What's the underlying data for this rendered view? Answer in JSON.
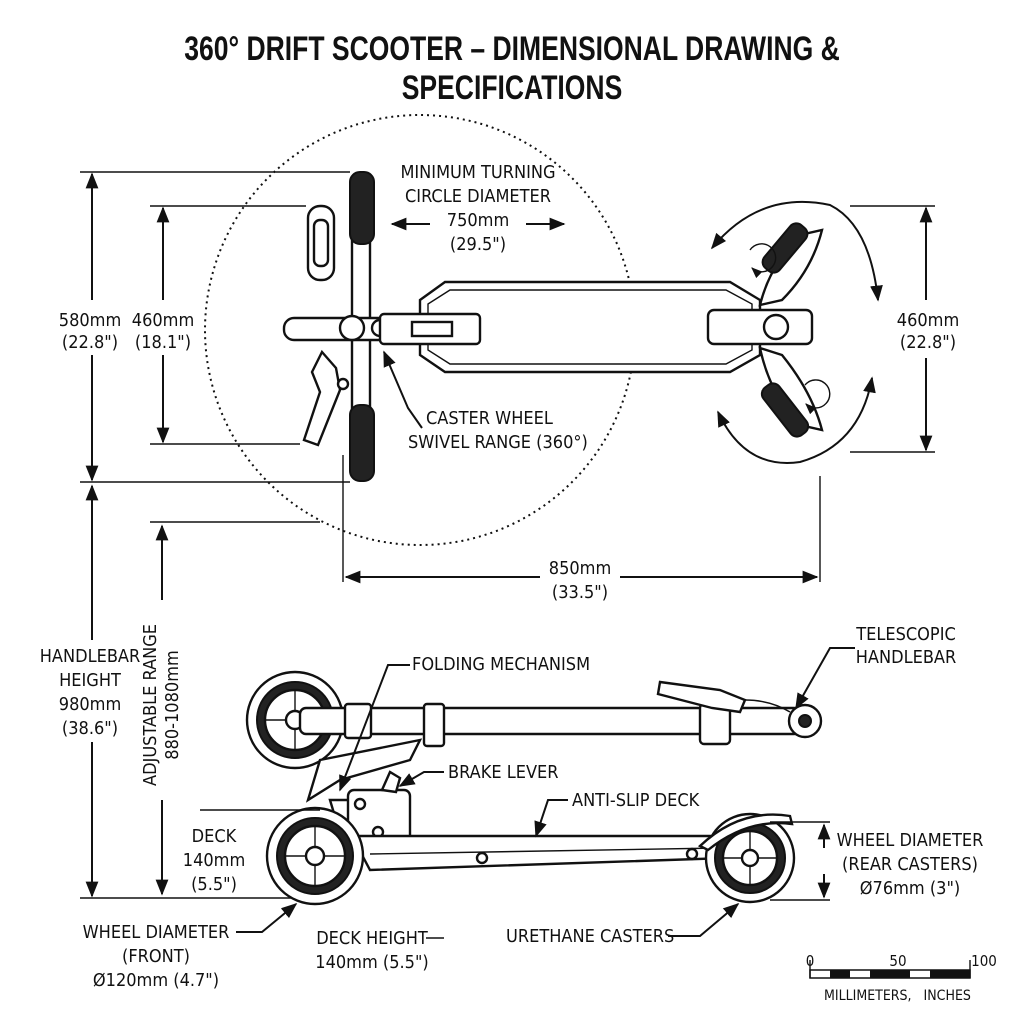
{
  "title": "360° DRIFT SCOOTER – DIMENSIONAL DRAWING & SPECIFICATIONS",
  "top_view": {
    "turning_circle": [
      "MINIMUM TURNING",
      "CIRCLE DIAMETER",
      "750mm",
      "(29.5\")"
    ],
    "height_outer": [
      "580mm",
      "(22.8\")"
    ],
    "height_inner": [
      "460mm",
      "(18.1\")"
    ],
    "caster_swivel": [
      "CASTER WHEEL",
      "SWIVEL RANGE (360°)"
    ],
    "rear_width": [
      "460mm",
      "(22.8\")"
    ],
    "length": [
      "850mm",
      "(33.5\")"
    ]
  },
  "side_view": {
    "handlebar_height": [
      "HANDLEBAR",
      "HEIGHT",
      "980mm",
      "(38.6\")"
    ],
    "adjustable_range": [
      "ADJUSTABLE RANGE",
      "880-1080mm"
    ],
    "folding": "FOLDING MECHANISM",
    "telescopic": [
      "TELESCOPIC",
      "HANDLEBAR"
    ],
    "brake": "BRAKE LEVER",
    "deck_surface": "ANTI-SLIP DECK",
    "deck_left": [
      "DECK",
      "140mm",
      "(5.5\")"
    ],
    "wheel_rear": [
      "WHEEL DIAMETER",
      "(REAR CASTERS)",
      "Ø76mm (3\")"
    ],
    "wheel_front": [
      "WHEEL DIAMETER",
      "(FRONT)",
      "Ø120mm (4.7\")"
    ],
    "deck_height": [
      "DECK HEIGHT",
      "140mm (5.5\")"
    ],
    "casters": "URETHANE CASTERS"
  },
  "scale_bar": {
    "ticks": [
      "0",
      "50",
      "100"
    ],
    "units": "MILLIMETERS,   INCHES"
  }
}
